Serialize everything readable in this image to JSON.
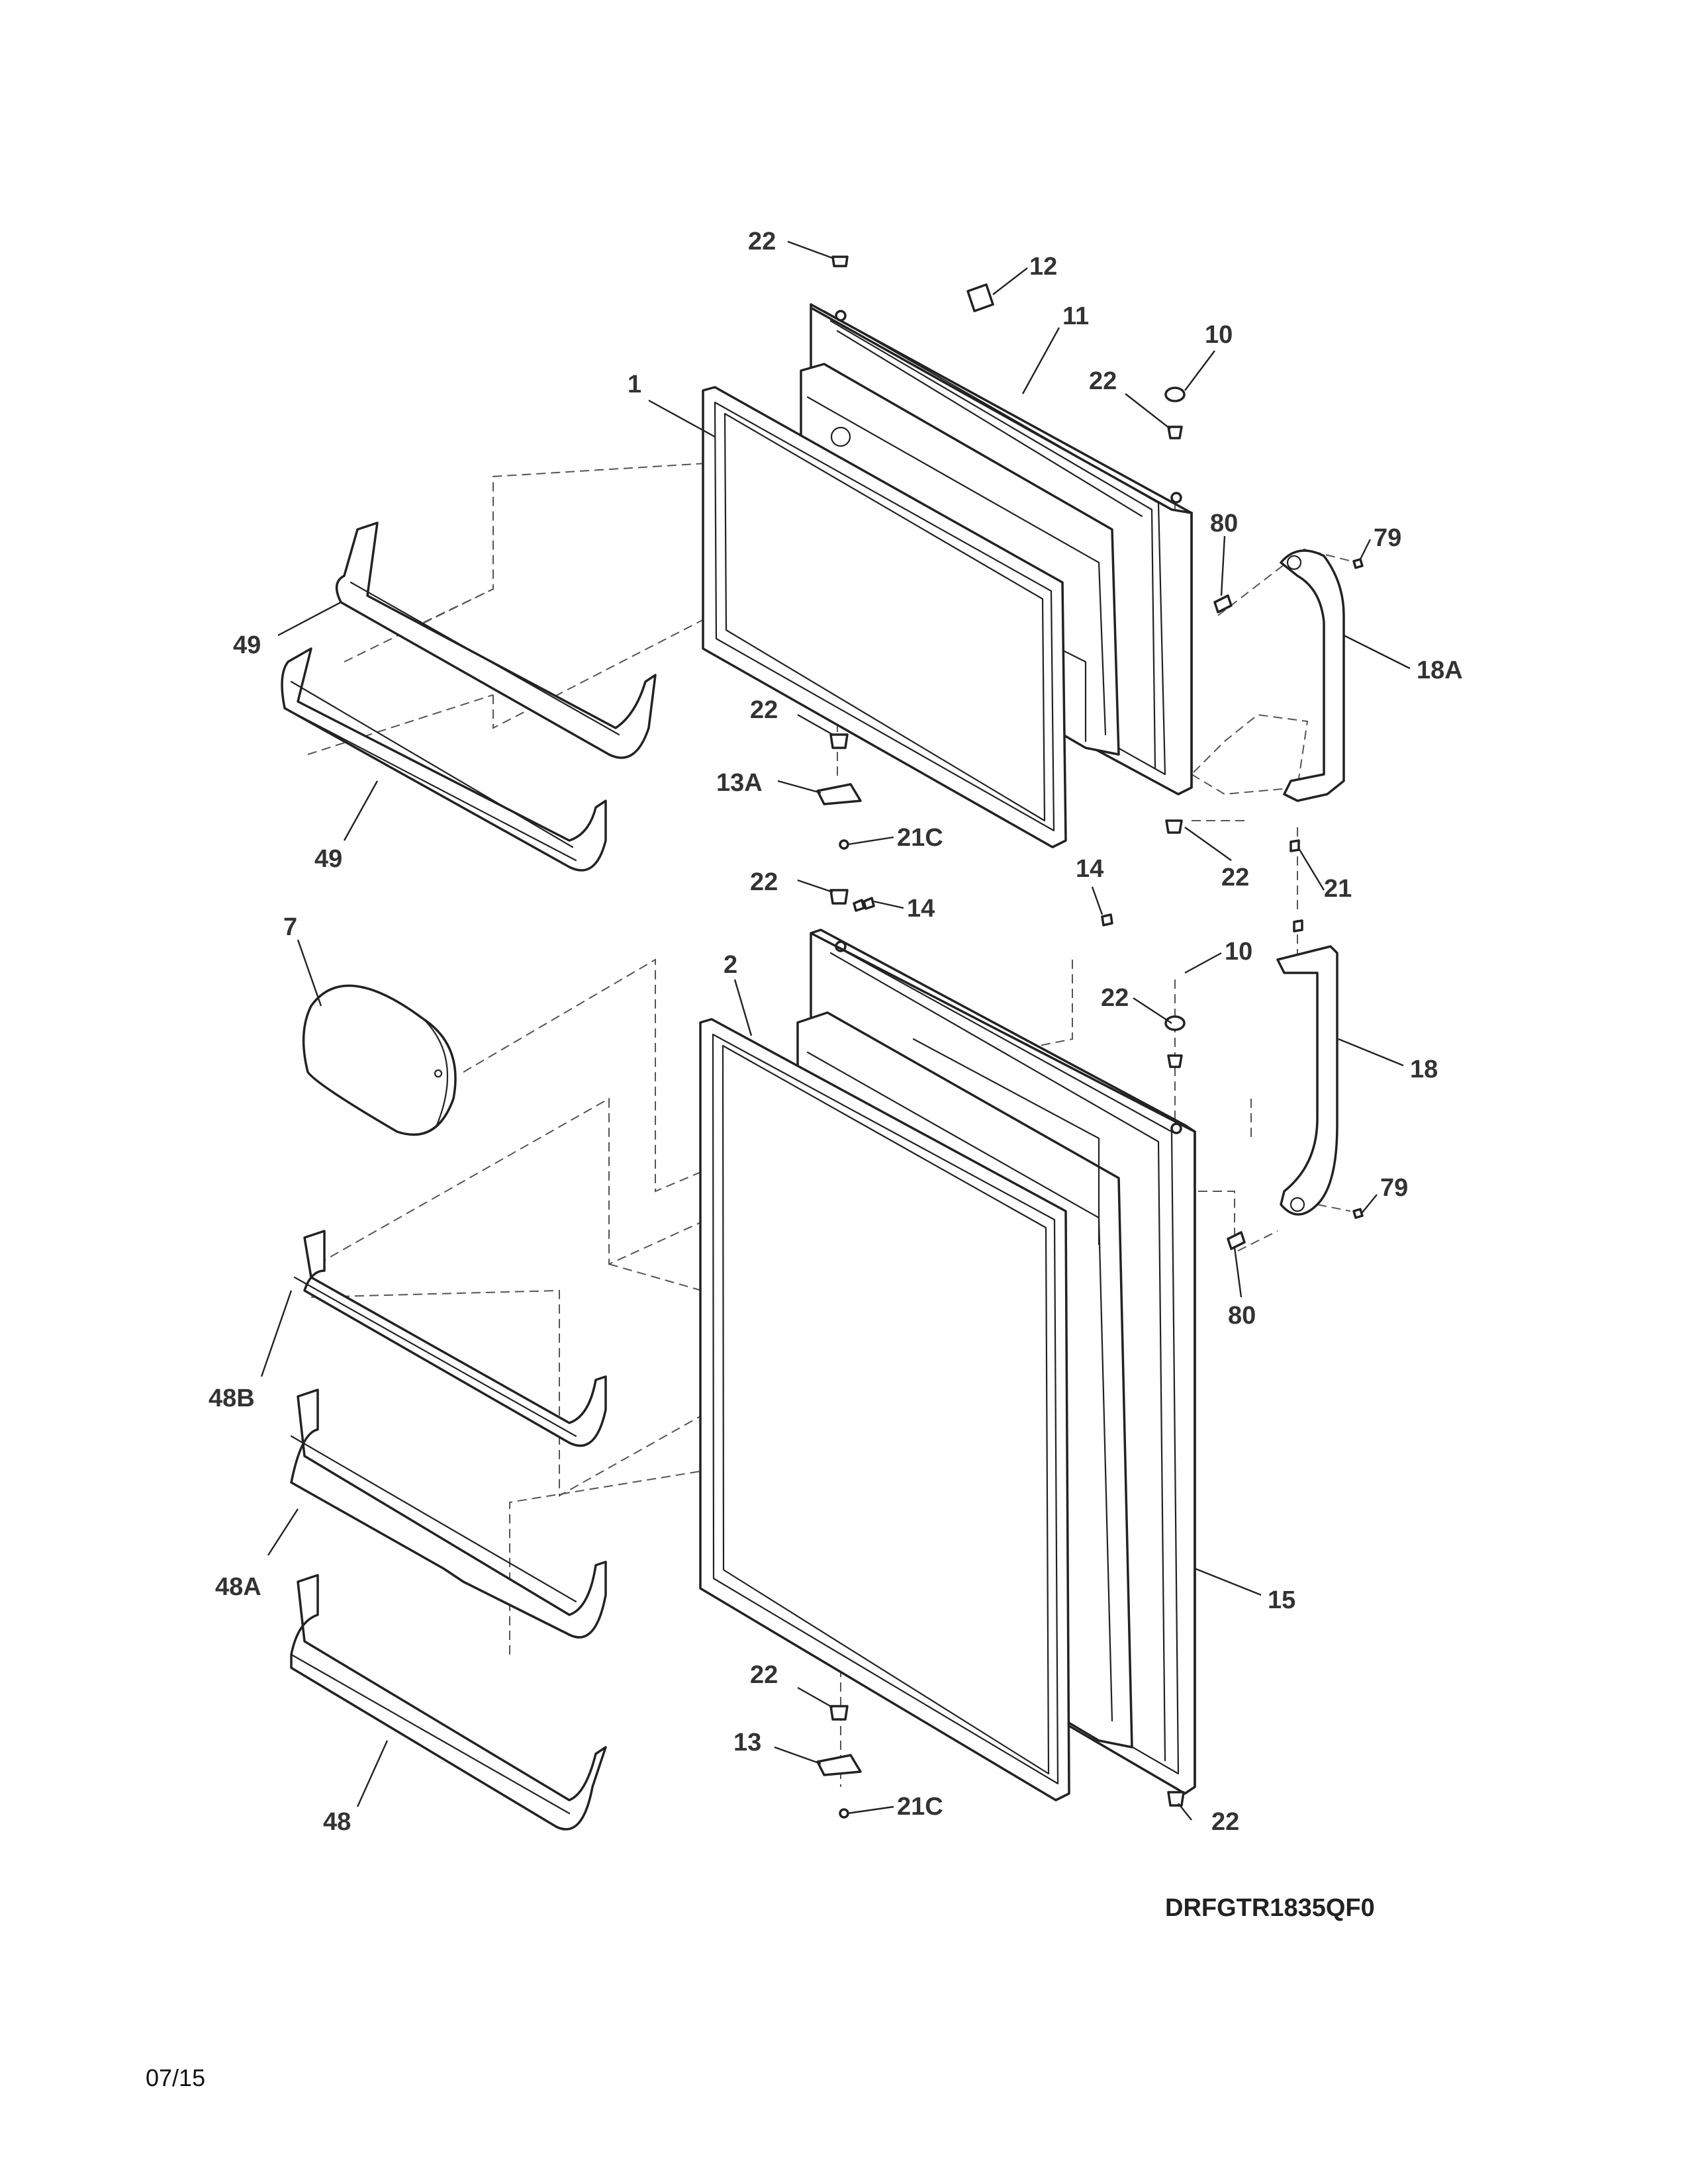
{
  "diagram": {
    "code": "DRFGTR1835QF0",
    "date": "07/15",
    "labels": {
      "p22a": "22",
      "p12": "12",
      "p11": "11",
      "p10a": "10",
      "p22b": "22",
      "p1": "1",
      "p80a": "80",
      "p79a": "79",
      "p49a": "49",
      "p18A": "18A",
      "p22c": "22",
      "p13A": "13A",
      "p49b": "49",
      "p21Ca": "21C",
      "p22d": "22",
      "p21": "21",
      "p14a": "14",
      "p22e": "22",
      "p14b": "14",
      "p7": "7",
      "p2": "2",
      "p10b": "10",
      "p22f": "22",
      "p18": "18",
      "p79b": "79",
      "p80b": "80",
      "p48B": "48B",
      "p48A": "48A",
      "p15": "15",
      "p22g": "22",
      "p13": "13",
      "p21Cb": "21C",
      "p48": "48",
      "p22h": "22"
    }
  }
}
